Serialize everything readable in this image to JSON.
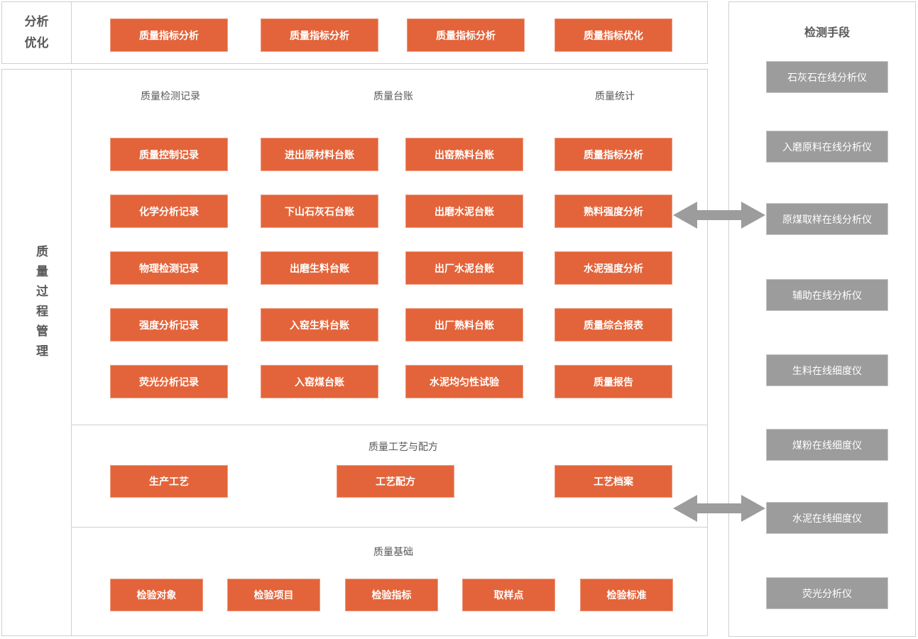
{
  "colors": {
    "accent": "#E3643A",
    "gray_button": "#9C9C9C",
    "border": "#CFCFCF",
    "heading_text": "#595959"
  },
  "analysis_box": {
    "label": "分析优化",
    "buttons": [
      "质量指标分析",
      "质量指标分析",
      "质量指标分析",
      "质量指标优化"
    ]
  },
  "process_box": {
    "label": "质量过程管理",
    "records": {
      "headers": [
        "质量检测记录",
        "质量台账",
        "质量统计"
      ],
      "rows": [
        [
          "质量控制记录",
          "进出原材料台账",
          "出窑熟料台账",
          "质量指标分析"
        ],
        [
          "化学分析记录",
          "下山石灰石台账",
          "出磨水泥台账",
          "熟料强度分析"
        ],
        [
          "物理检测记录",
          "出磨生料台账",
          "出厂水泥台账",
          "水泥强度分析"
        ],
        [
          "强度分析记录",
          "入窑生料台账",
          "出厂熟料台账",
          "质量综合报表"
        ],
        [
          "荧光分析记录",
          "入窑煤台账",
          "水泥均匀性试验",
          "质量报告"
        ]
      ]
    },
    "craft": {
      "header": "质量工艺与配方",
      "buttons": [
        "生产工艺",
        "工艺配方",
        "工艺档案"
      ]
    },
    "basis": {
      "header": "质量基础",
      "buttons": [
        "检验对象",
        "检验项目",
        "检验指标",
        "取样点",
        "检验标准"
      ]
    }
  },
  "detection_panel": {
    "header": "检测手段",
    "buttons": [
      "石灰石在线分析仪",
      "入磨原料在线分析仪",
      "原煤取样在线分析仪",
      "辅助在线分析仪",
      "生料在线细度仪",
      "煤粉在线细度仪",
      "水泥在线细度仪",
      "荧光分析仪"
    ]
  },
  "arrows": [
    {
      "name": "熟料强度分析 ↔ 原煤取样在线分析仪"
    },
    {
      "name": "质量工艺与配方 ↔ 水泥在线细度仪"
    }
  ]
}
